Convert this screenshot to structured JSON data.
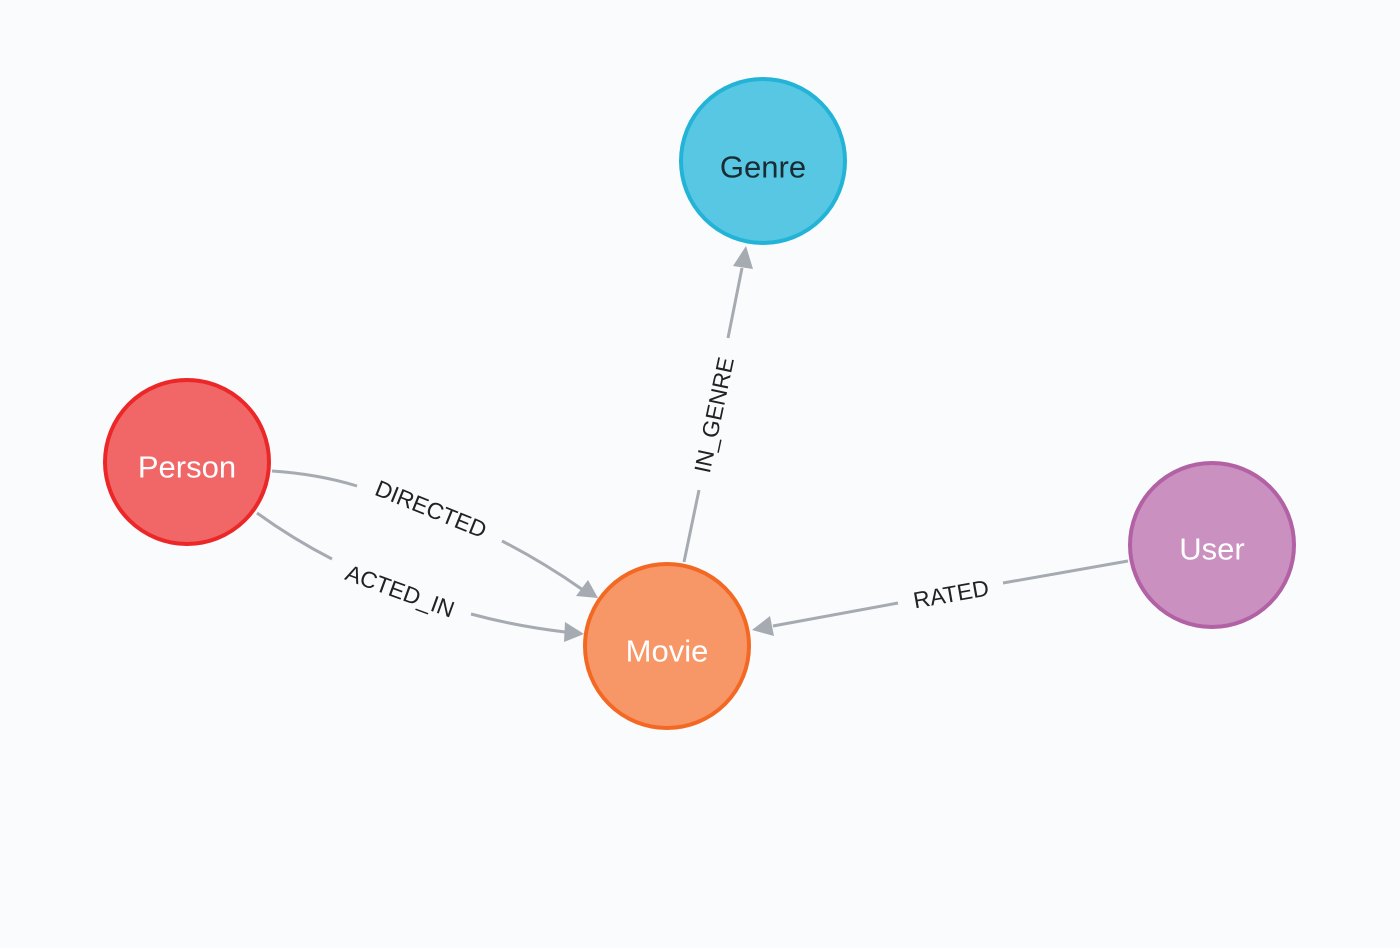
{
  "nodes": {
    "genre": {
      "label": "Genre",
      "fill": "#57c7e3",
      "stroke": "#23b3d7",
      "text_color": "#1b2b34"
    },
    "person": {
      "label": "Person",
      "fill": "#f16667",
      "stroke": "#eb2728",
      "text_color": "#ffffff"
    },
    "movie": {
      "label": "Movie",
      "fill": "#f79767",
      "stroke": "#f36924",
      "text_color": "#ffffff"
    },
    "user": {
      "label": "User",
      "fill": "#c990c0",
      "stroke": "#b261a5",
      "text_color": "#ffffff"
    }
  },
  "relationships": {
    "in_genre": {
      "label": "IN_GENRE",
      "from": "Movie",
      "to": "Genre"
    },
    "directed": {
      "label": "DIRECTED",
      "from": "Person",
      "to": "Movie"
    },
    "acted_in": {
      "label": "ACTED_IN",
      "from": "Person",
      "to": "Movie"
    },
    "rated": {
      "label": "RATED",
      "from": "User",
      "to": "Movie"
    }
  },
  "colors": {
    "background": "#f9fbfd",
    "edge": "#a6aab1"
  }
}
